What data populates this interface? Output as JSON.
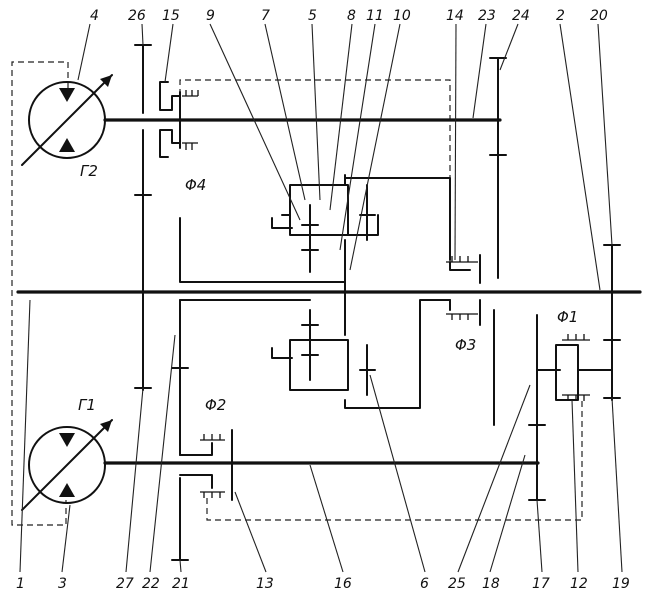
{
  "top_numbers": [
    "4",
    "26",
    "15",
    "9",
    "7",
    "5",
    "8",
    "11",
    "10",
    "14",
    "23",
    "24",
    "2",
    "20"
  ],
  "bottom_numbers": [
    "1",
    "3",
    "27",
    "22",
    "21",
    "13",
    "16",
    "6",
    "25",
    "18",
    "17",
    "12",
    "19"
  ],
  "units": {
    "g2": "Г2",
    "g1": "Г1",
    "phi4": "Φ4",
    "phi3": "Φ3",
    "phi2": "Φ2",
    "phi1": "Φ1"
  }
}
